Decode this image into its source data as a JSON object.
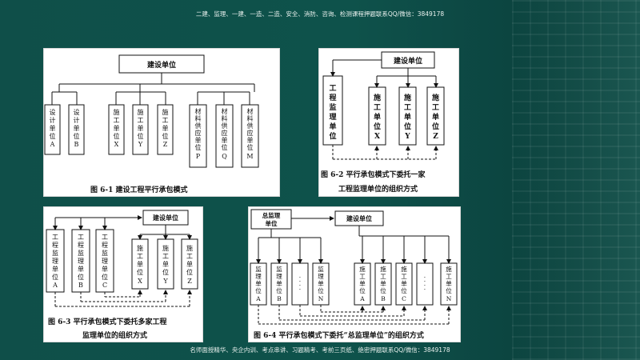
{
  "banner_top": "二建、监理、一建、一造、二造、安全、消防、咨询、检测课程押题联系QQ/微信：3849178",
  "banner_bottom": "名师面授精华、央企内训、考点串讲、习题精考、考前三页纸、绝密押题联系QQ/微信：3849178",
  "fig1": {
    "top": "建设单位",
    "design": [
      "设计单位A",
      "设计单位B"
    ],
    "construct": [
      "施工单位X",
      "施工单位Y",
      "施工单位Z"
    ],
    "supply": [
      "材料供应单位P",
      "材料供应单位Q",
      "材料供应单位M"
    ],
    "caption": "图 6-1   建设工程平行承包模式"
  },
  "fig2": {
    "top": "建设单位",
    "supervisor": "工程监理单位",
    "construct": [
      "施工单位X",
      "施工单位Y",
      "施工单位Z"
    ],
    "caption_line1": "图 6-2   平行承包模式下委托一家",
    "caption_line2": "工程监理单位的组织方式"
  },
  "fig3": {
    "top": "建设单位",
    "supervisors": [
      "工程监理单位A",
      "工程监理单位B",
      "工程监理单位C"
    ],
    "construct": [
      "施工单位X",
      "施工单位Y",
      "施工单位Z"
    ],
    "caption_line1": "图 6-3   平行承包模式下委托多家工程",
    "caption_line2": "监理单位的组织方式"
  },
  "fig4": {
    "chief": "总监理单位",
    "top": "建设单位",
    "supervisors": [
      "监理单位A",
      "监理单位B",
      "……",
      "监理单位N"
    ],
    "construct": [
      "施工单位A",
      "施工单位B",
      "施工单位C",
      "……",
      "施工单位N"
    ],
    "caption": "图 6-4   平行承包模式下委托“总监理单位”的组织方式"
  }
}
